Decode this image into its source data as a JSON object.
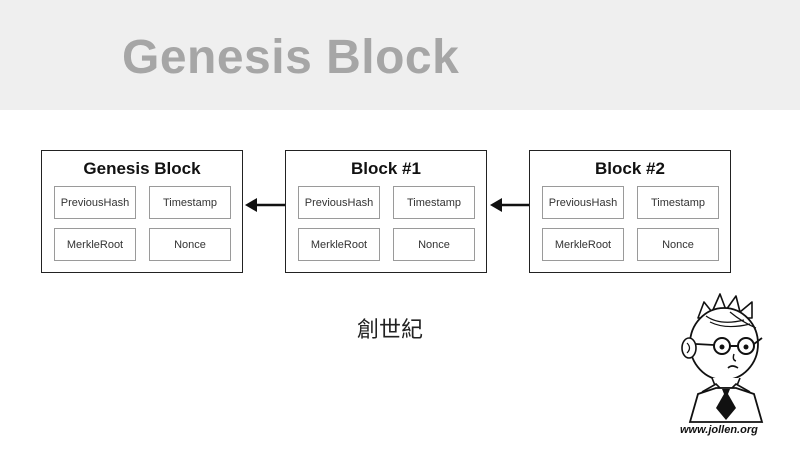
{
  "slide": {
    "title": "Genesis Block",
    "caption": "創世紀",
    "site": "www.jollen.org"
  },
  "blocks": [
    {
      "title": "Genesis Block",
      "fields": [
        "PreviousHash",
        "Timestamp",
        "MerkleRoot",
        "Nonce"
      ]
    },
    {
      "title": "Block #1",
      "fields": [
        "PreviousHash",
        "Timestamp",
        "MerkleRoot",
        "Nonce"
      ]
    },
    {
      "title": "Block #2",
      "fields": [
        "PreviousHash",
        "Timestamp",
        "MerkleRoot",
        "Nonce"
      ]
    }
  ],
  "colors": {
    "header_bg": "#efefef",
    "title_text": "#a6a6a6",
    "border": "#222222",
    "field_border": "#9a9a9a"
  },
  "icons": {
    "arrow": "left-arrow-icon",
    "mascot": "cartoon-boy-mascot"
  }
}
